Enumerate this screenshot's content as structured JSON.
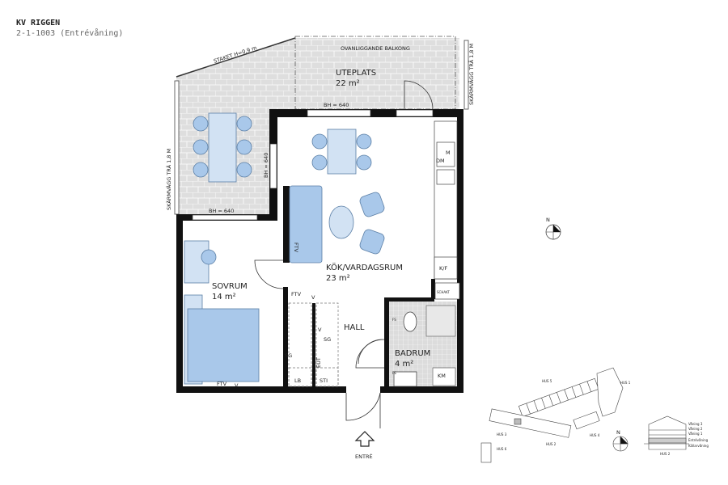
{
  "header": {
    "project": "KV RIGGEN",
    "unit": "2-1-1003 (Entrévåning)"
  },
  "rooms": {
    "uteplats": {
      "name": "UTEPLATS",
      "area": "22 m²"
    },
    "kok": {
      "name": "KÖK/VARDAGSRUM",
      "area": "23 m²"
    },
    "sovrum": {
      "name": "SOVRUM",
      "area": "14 m²"
    },
    "hall": {
      "name": "HALL"
    },
    "badrum": {
      "name": "BADRUM",
      "area": "4 m²"
    }
  },
  "annotations": {
    "staket": "STAKET H=0,9 m",
    "balkong": "OVANLIGGANDE BALKONG",
    "skarm_left": "SKÄRMVÄGG TRÄ 1,8 M",
    "skarm_right": "SKÄRMVÄGG TRÄ 1,8 M",
    "bh_top": "BH = 640",
    "bh_side": "BH = 640",
    "bh_sovrum": "BH = 640",
    "ftv_sofa": "FTV",
    "ftv_hall": "FTV",
    "ftv_sovrum": "FTV",
    "v1": "V",
    "v2": "V",
    "v3": "V",
    "sg1": "SG",
    "sg2": "SG",
    "lb": "LB",
    "sti": "STI",
    "eut": "EUT",
    "m": "M",
    "dm": "DM",
    "kf": "K/F",
    "schakt": "SCHAKT",
    "fs1": "FS",
    "fs2": "FS",
    "km": "KM",
    "entre": "ENTRÉ",
    "north": "N",
    "north2": "N"
  },
  "site_plan": {
    "houses": [
      "HUS 1",
      "HUS 2",
      "HUS 3",
      "HUS 4",
      "HUS 5",
      "HUS 6"
    ],
    "section_title": "HUS 2",
    "floors": [
      "Våning 3",
      "Våning 2",
      "Våning 1",
      "Entrévåning",
      "Källarvåning"
    ],
    "highlighted_floor": "Entrévåning"
  },
  "colors": {
    "furniture": "#a9c8ea",
    "furniture_stroke": "#5b7fa6",
    "patio": "#dcdcdc",
    "wall": "#111111"
  }
}
